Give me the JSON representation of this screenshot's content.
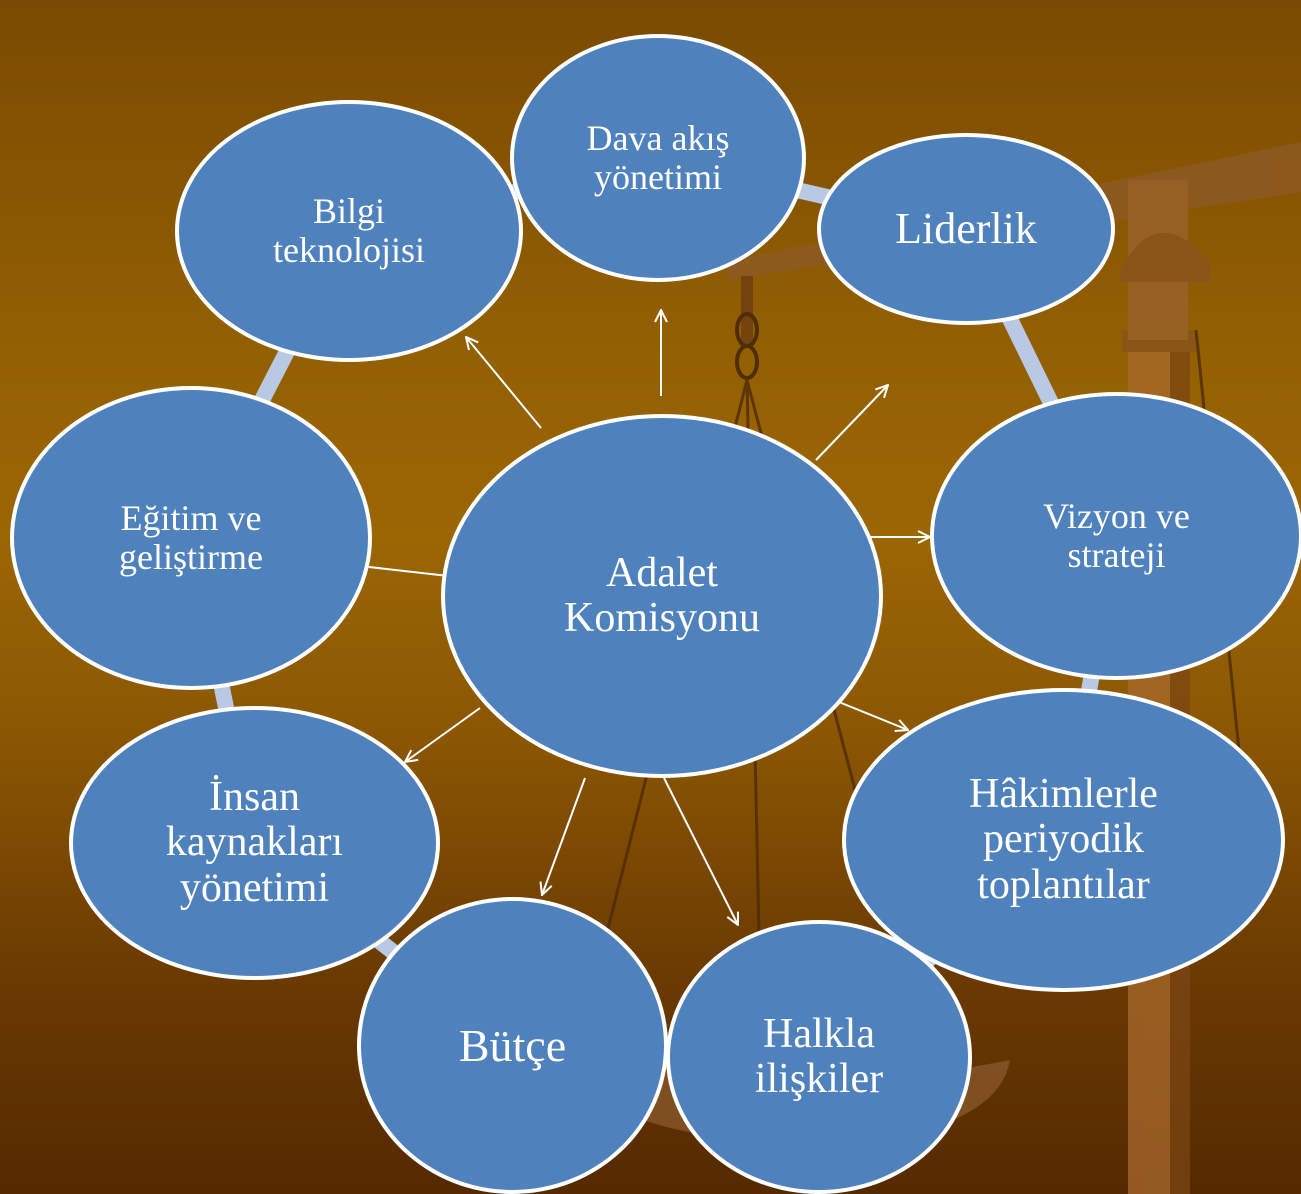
{
  "colors": {
    "background": "#8a5603",
    "node_fill": "#4f81bd",
    "node_border": "#ffffff",
    "ring": "#b9c9e3",
    "arrow": "#ffffff",
    "text": "#ffffff"
  },
  "diagram": {
    "center": {
      "label": "Adalet\nKomisyonu"
    },
    "nodes": [
      {
        "id": "dava",
        "label": "Dava akış\nyönetimi"
      },
      {
        "id": "liderlik",
        "label": "Liderlik"
      },
      {
        "id": "vizyon",
        "label": "Vizyon ve\nstrateji"
      },
      {
        "id": "hakimler",
        "label": "Hâkimlerle\nperiyodik\ntoplantılar"
      },
      {
        "id": "halkla",
        "label": "Halkla\nilişkiler"
      },
      {
        "id": "butce",
        "label": "Bütçe"
      },
      {
        "id": "insan",
        "label": "İnsan\nkaynakları\nyönetimi"
      },
      {
        "id": "egitim",
        "label": "Eğitim ve\ngeliştirme"
      },
      {
        "id": "bilgi",
        "label": "Bilgi\nteknolojisi"
      }
    ]
  }
}
